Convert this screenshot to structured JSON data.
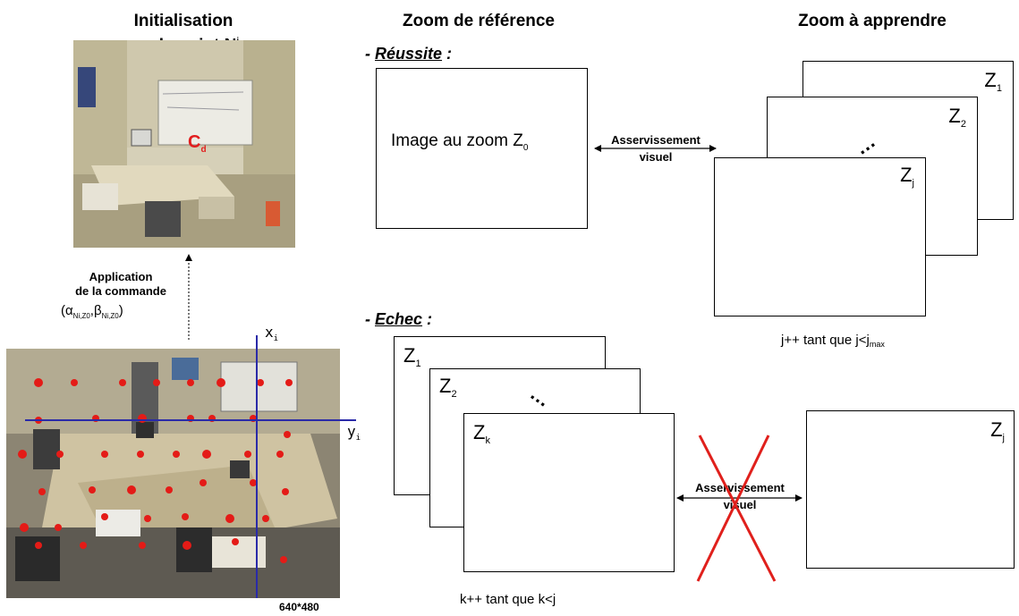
{
  "headers": {
    "col1_line1": "Initialisation",
    "col1_line2": "sur le point N",
    "col1_sup": "i",
    "col2": "Zoom de référence",
    "col3": "Zoom à apprendre"
  },
  "success": {
    "dash": "- ",
    "label": "Réussite",
    "colon": " :",
    "ref_text": "Image au zoom Z",
    "ref_sub": "0",
    "arrow_line1": "Asservissement",
    "arrow_line2": "visuel",
    "frames": [
      {
        "z": "Z",
        "sub": "1"
      },
      {
        "z": "Z",
        "sub": "2"
      },
      {
        "z": "Z",
        "sub": "j"
      }
    ],
    "loop_text": "j++ tant que j<j",
    "loop_sub": "max"
  },
  "failure": {
    "dash": "- ",
    "label": "Echec",
    "colon": " :",
    "frames": [
      {
        "z": "Z",
        "sub": "1"
      },
      {
        "z": "Z",
        "sub": "2"
      },
      {
        "z": "Z",
        "sub": "k"
      }
    ],
    "arrow_line1": "Asservissement",
    "arrow_line2": "visuel",
    "target": {
      "z": "Z",
      "sub": "j"
    },
    "loop_text": "k++ tant que k<j"
  },
  "command": {
    "line1": "Application",
    "line2": "de la commande",
    "alpha": "(α",
    "alpha_sub": "Ni,Z0",
    "sep": ",β",
    "beta_sub": "Ni,Z0",
    "close": ")"
  },
  "camera": {
    "axis_x": "x",
    "axis_x_sub": "i",
    "axis_y": "y",
    "axis_y_sub": "i",
    "marker_label": "C",
    "marker_sub": "d",
    "resolution": "640*480"
  },
  "colors": {
    "cross": "#e0201c",
    "axes": "#2a2aa8",
    "points": "#e41b17"
  }
}
